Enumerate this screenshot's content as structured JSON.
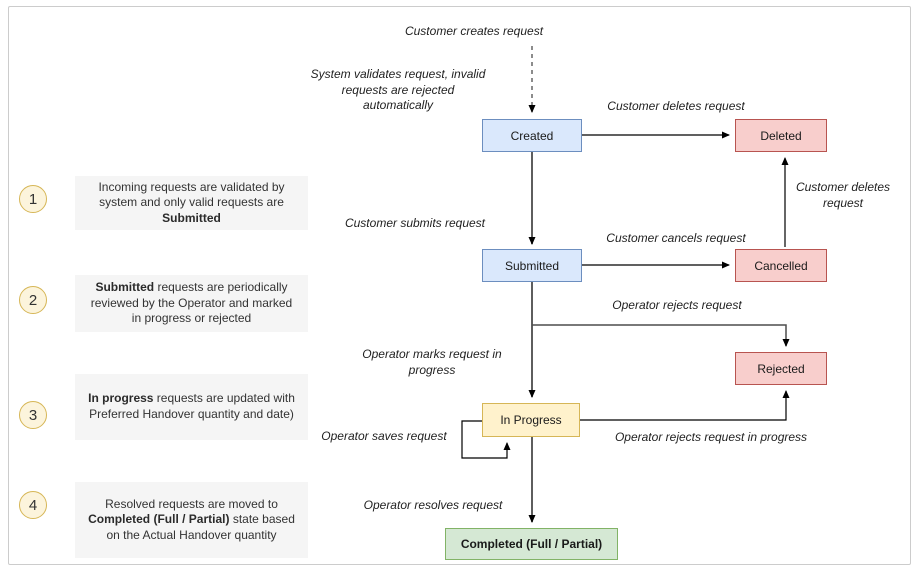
{
  "states": {
    "created": {
      "label": "Created",
      "fill": "#dae8fc",
      "stroke": "#6c8ebf"
    },
    "deleted": {
      "label": "Deleted",
      "fill": "#f8cecc",
      "stroke": "#b85450"
    },
    "submitted": {
      "label": "Submitted",
      "fill": "#dae8fc",
      "stroke": "#6c8ebf"
    },
    "cancelled": {
      "label": "Cancelled",
      "fill": "#f8cecc",
      "stroke": "#b85450"
    },
    "rejected": {
      "label": "Rejected",
      "fill": "#f8cecc",
      "stroke": "#b85450"
    },
    "in_progress": {
      "label": "In Progress",
      "fill": "#fff2cc",
      "stroke": "#d6b656"
    },
    "completed": {
      "label": "Completed (Full / Partial)",
      "fill": "#d5e8d4",
      "stroke": "#82b366"
    }
  },
  "edge_labels": {
    "customer_creates": "Customer creates request",
    "system_validates": "System validates request, invalid requests are rejected automatically",
    "customer_deletes_top": "Customer deletes request",
    "customer_deletes_side": "Customer deletes request",
    "customer_submits": "Customer submits request",
    "customer_cancels": "Customer cancels request",
    "operator_rejects": "Operator rejects request",
    "operator_marks": "Operator marks request in progress",
    "operator_saves": "Operator saves request",
    "operator_rejects_in_progress": "Operator rejects request in progress",
    "operator_resolves": "Operator resolves request"
  },
  "notes": [
    {
      "number": "1",
      "segments": [
        {
          "text": "Incoming requests are validated by system and only valid requests are "
        },
        {
          "text": "Submitted",
          "bold": true
        }
      ]
    },
    {
      "number": "2",
      "segments": [
        {
          "text": "Submitted",
          "bold": true
        },
        {
          "text": " requests are periodically reviewed by the Operator and marked in progress or rejected"
        }
      ]
    },
    {
      "number": "3",
      "segments": [
        {
          "text": "In progress",
          "bold": true
        },
        {
          "text": " requests are updated with Preferred Handover quantity and date)"
        }
      ]
    },
    {
      "number": "4",
      "segments": [
        {
          "text": "Resolved requests are moved to "
        },
        {
          "text": "Completed (Full / Partial)",
          "bold": true
        },
        {
          "text": " state based on the Actual Handover quantity"
        }
      ]
    }
  ],
  "palette": {
    "note_background": "#f5f5f5",
    "badge_fill": "#fcf4dc",
    "badge_stroke": "#d6b656",
    "edge_line": "#000000",
    "main_flow_line": "#4d4d4d",
    "dashed_line": "#666666",
    "frame_border": "#cccccc"
  }
}
